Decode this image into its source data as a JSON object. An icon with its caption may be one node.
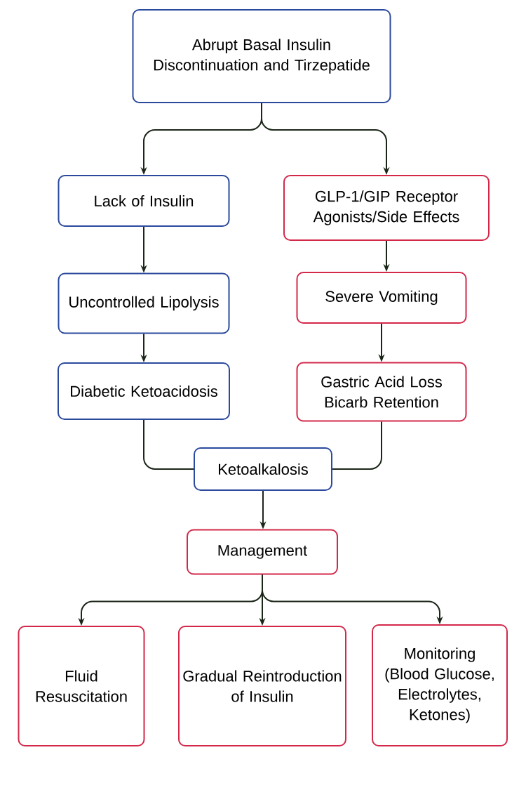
{
  "diagram": {
    "nodes": [
      {
        "text": [
          "Abrupt Basal Insulin Discontinuation and Tirzepatide"
        ]
      },
      {
        "text": [
          "Lack of Insulin"
        ]
      },
      {
        "text": [
          "GLP-1/GIP Receptor Agonists/Side Effects"
        ]
      },
      {
        "text": [
          "Uncontrolled Lipolysis"
        ]
      },
      {
        "text": [
          "Severe Vomiting"
        ]
      },
      {
        "text": [
          "Diabetic Ketoacidosis"
        ]
      },
      {
        "text": [
          "Gastric Acid Loss Bicarb Retention"
        ]
      },
      {
        "text": [
          "Ketoalkalosis"
        ]
      },
      {
        "text": [
          "Management"
        ]
      },
      {
        "text": [
          "Fluid Resuscitation"
        ]
      },
      {
        "text": [
          "Gradual Reintroduction of Insulin"
        ]
      },
      {
        "text": [
          "Monitoring (Blood Glucose, Electrolytes, Ketones)"
        ]
      }
    ],
    "edges": [
      {
        "from": 0,
        "to": 1,
        "arrow": "to"
      },
      {
        "from": 0,
        "to": 2,
        "arrow": "to"
      },
      {
        "from": 1,
        "to": 3,
        "arrow": "to"
      },
      {
        "from": 3,
        "to": 5,
        "arrow": "to"
      },
      {
        "from": 2,
        "to": 4,
        "arrow": "to"
      },
      {
        "from": 4,
        "to": 6,
        "arrow": "to"
      },
      {
        "from": 5,
        "to": 7,
        "arrow": "none"
      },
      {
        "from": 6,
        "to": 7,
        "arrow": "none"
      },
      {
        "from": 7,
        "to": 8,
        "arrow": "to"
      },
      {
        "from": 8,
        "to": 9,
        "arrow": "to"
      },
      {
        "from": 8,
        "to": 10,
        "arrow": "to"
      },
      {
        "from": 8,
        "to": 11,
        "arrow": "to"
      }
    ]
  }
}
